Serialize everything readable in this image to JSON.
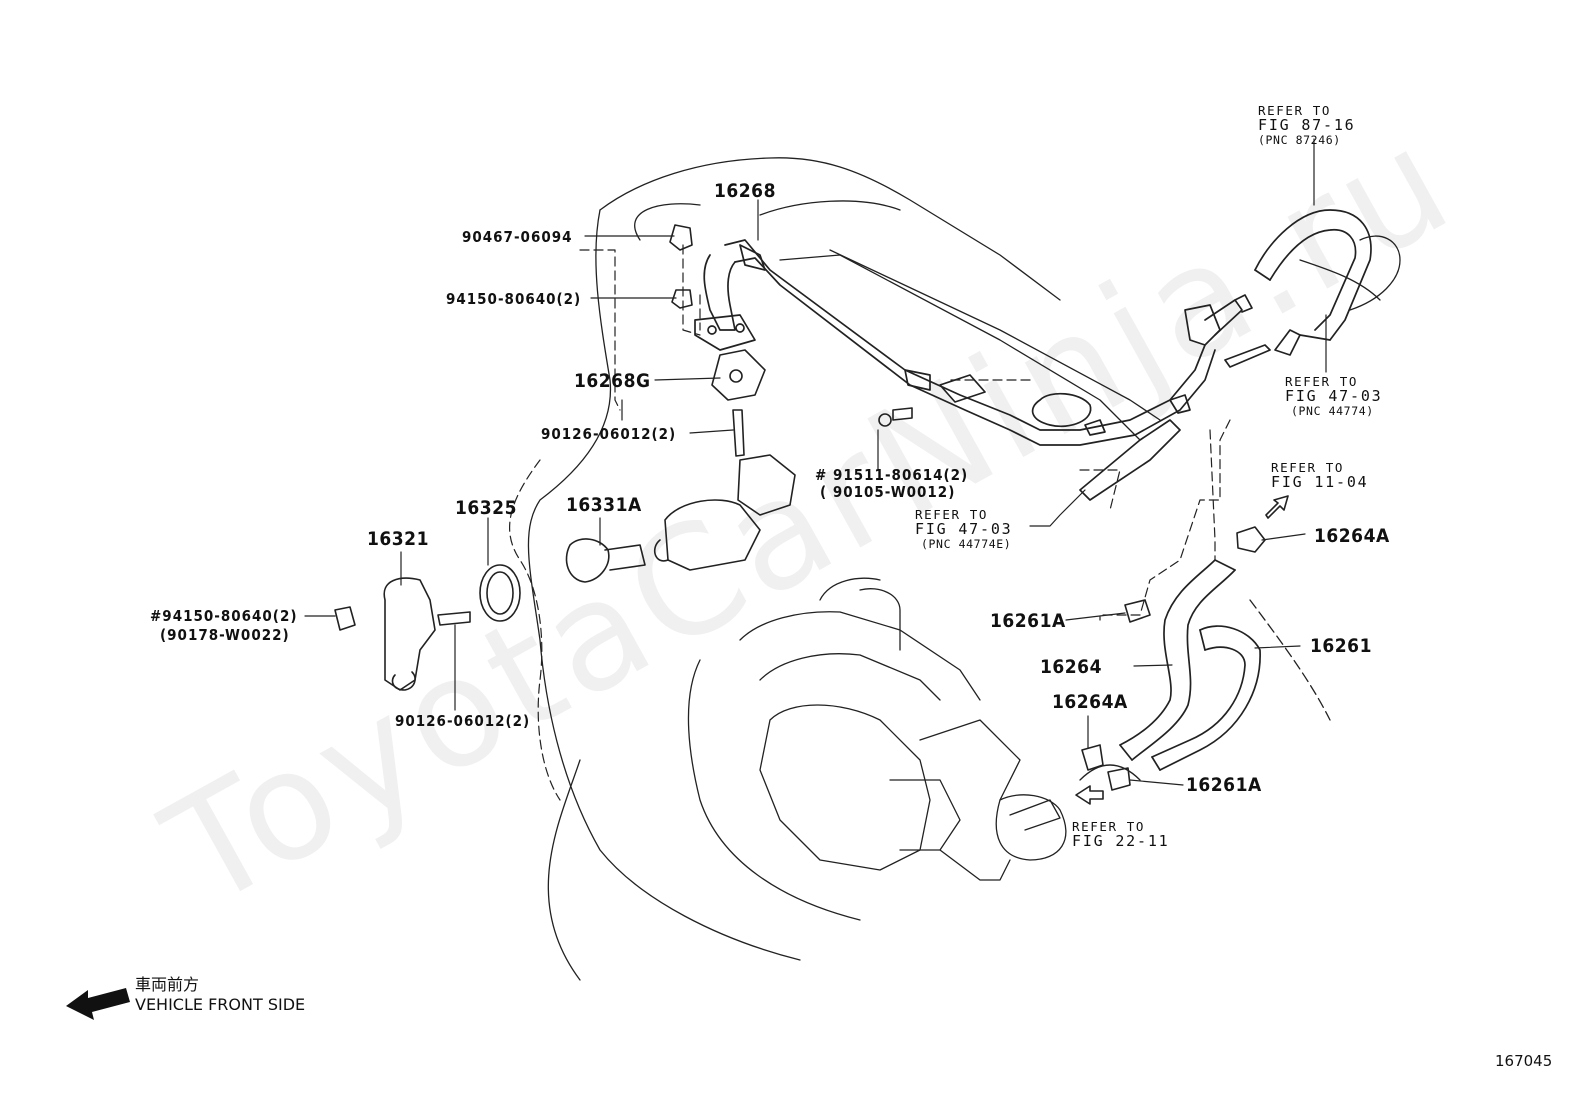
{
  "watermark": "ToyotaCarNinja.ru",
  "labels": {
    "p16268": "16268",
    "p90467": "90467-06094",
    "p94150_top": "94150-80640(2)",
    "p16268G": "16268G",
    "p90126_top": "90126-06012(2)",
    "p91511": "# 91511-80614(2)",
    "p90105": "( 90105-W0012)",
    "p16325": "16325",
    "p16331A": "16331A",
    "p16321": "16321",
    "p94150_left": "#94150-80640(2)",
    "p90178": "(90178-W0022)",
    "p90126_bottom": "90126-06012(2)",
    "p16264A_top": "16264A",
    "p16261A_top": "16261A",
    "p16261": "16261",
    "p16264": "16264",
    "p16264A_bottom": "16264A",
    "p16261A_bottom": "16261A"
  },
  "refs": {
    "r87": {
      "l1": "REFER TO",
      "l2": "FIG 87-16",
      "l3": "(PNC 87246)"
    },
    "r4703a": {
      "l1": "REFER TO",
      "l2": "FIG 47-03",
      "l3": "(PNC 44774)"
    },
    "r1104": {
      "l1": "REFER TO",
      "l2": "FIG 11-04"
    },
    "r4703b": {
      "l1": "REFER TO",
      "l2": "FIG 47-03",
      "l3": "(PNC 44774E)"
    },
    "r2211": {
      "l1": "REFER TO",
      "l2": "FIG 22-11"
    }
  },
  "front": {
    "jp": "車両前方",
    "en": "VEHICLE FRONT SIDE"
  },
  "figure_code": "167045",
  "icons": [
    "arrow-left-icon",
    "arrow-up-right-icon",
    "arrow-left-small-icon"
  ]
}
